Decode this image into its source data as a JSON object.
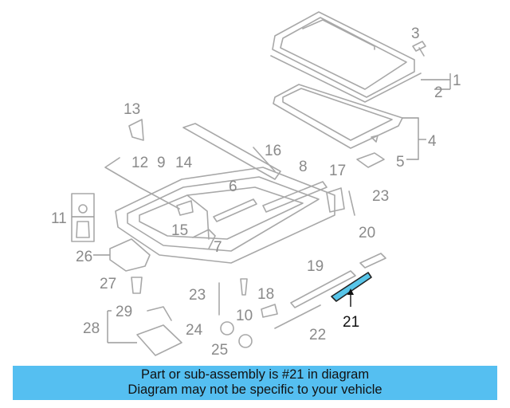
{
  "diagram": {
    "labels": [
      "1",
      "2",
      "3",
      "4",
      "5",
      "6",
      "7",
      "8",
      "9",
      "10",
      "11",
      "12",
      "13",
      "14",
      "15",
      "16",
      "17",
      "18",
      "19",
      "20",
      "21",
      "22",
      "23",
      "23",
      "24",
      "25",
      "26",
      "27",
      "28",
      "29"
    ],
    "highlighted_part": "21",
    "highlight_color": "#57c5e9"
  },
  "footer": {
    "line1": "Part or sub-assembly is #21 in diagram",
    "line2": "Diagram may not be specific to your vehicle",
    "background": "#55bff1"
  }
}
